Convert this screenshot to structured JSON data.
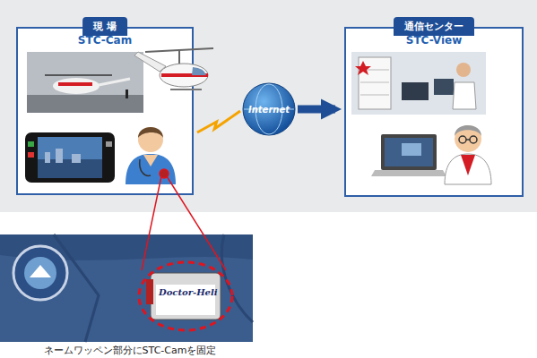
{
  "diagram": {
    "caption": "ネームワッペン部分にSTC-Camを固定",
    "nodes": [
      {
        "text": [
          "現 場",
          "STC-Cam"
        ]
      },
      {
        "text": [
          "通信センター",
          "STC-View"
        ]
      },
      {
        "text": [
          "Internet"
        ]
      }
    ],
    "edges": [
      {
        "from": 0,
        "to": 2,
        "arrow": "none"
      },
      {
        "from": 2,
        "to": 1,
        "arrow": "to"
      }
    ],
    "labels": [
      "Doctor-Heli"
    ]
  }
}
